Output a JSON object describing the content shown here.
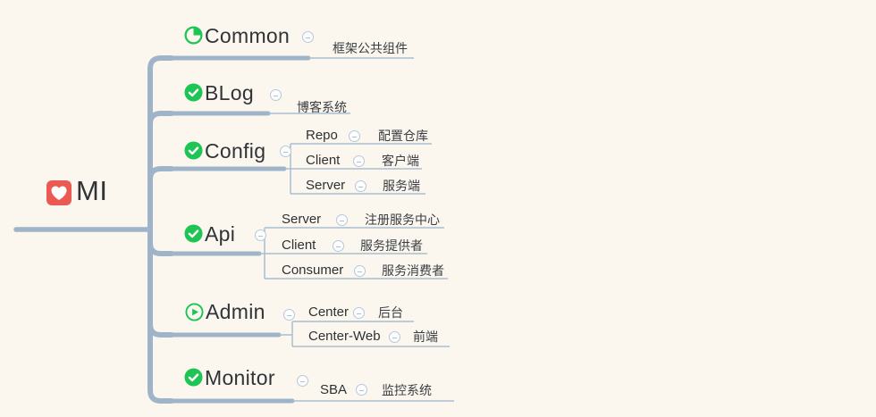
{
  "mindmap": {
    "root": {
      "label": "MI",
      "marker": "heart-icon"
    },
    "branches": [
      {
        "label": "Common",
        "marker": "pie-quarter-icon",
        "children": [
          {
            "label": "框架公共组件"
          }
        ]
      },
      {
        "label": "BLog",
        "marker": "check-circle-icon",
        "children": [
          {
            "label": "博客系统"
          }
        ]
      },
      {
        "label": "Config",
        "marker": "check-circle-icon",
        "children": [
          {
            "label": "Repo",
            "children": [
              {
                "label": "配置仓库"
              }
            ]
          },
          {
            "label": "Client",
            "children": [
              {
                "label": "客户端"
              }
            ]
          },
          {
            "label": "Server",
            "children": [
              {
                "label": "服务端"
              }
            ]
          }
        ]
      },
      {
        "label": "Api",
        "marker": "check-circle-icon",
        "children": [
          {
            "label": "Server",
            "children": [
              {
                "label": "注册服务中心"
              }
            ]
          },
          {
            "label": "Client",
            "children": [
              {
                "label": "服务提供者"
              }
            ]
          },
          {
            "label": "Consumer",
            "children": [
              {
                "label": "服务消费者"
              }
            ]
          }
        ]
      },
      {
        "label": "Admin",
        "marker": "play-circle-icon",
        "children": [
          {
            "label": "Center",
            "children": [
              {
                "label": "后台"
              }
            ]
          },
          {
            "label": "Center-Web",
            "children": [
              {
                "label": "前端"
              }
            ]
          }
        ]
      },
      {
        "label": "Monitor",
        "marker": "check-circle-icon",
        "children": [
          {
            "label": "SBA",
            "children": [
              {
                "label": "监控系统"
              }
            ]
          }
        ]
      }
    ]
  },
  "colors": {
    "background": "#fbf7ee",
    "branch_line": "#9fb4c8",
    "thin_line": "#a9bdd1",
    "marker_green": "#1ec454",
    "heart_red": "#ea5a52",
    "text": "#303338"
  }
}
